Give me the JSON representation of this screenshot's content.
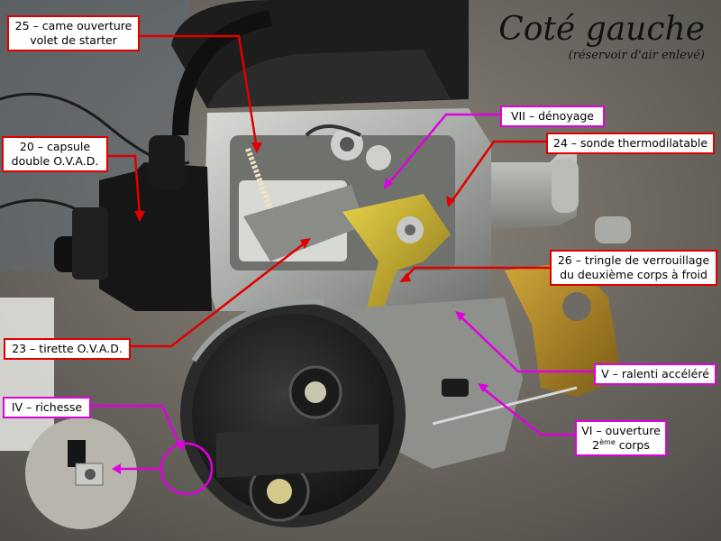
{
  "title": "Coté gauche",
  "subtitle": "(réservoir d'air enlevé)",
  "colors": {
    "red": "#e00000",
    "magenta": "#e000e0"
  },
  "labels": {
    "l25": {
      "line1": "25 – came ouverture",
      "line2": "volet de starter"
    },
    "l20": {
      "line1": "20 – capsule",
      "line2": "double O.V.A.D."
    },
    "l23": "23 – tirette O.V.A.D.",
    "l7": "VII – dénoyage",
    "l24": "24 – sonde thermodilatable",
    "l26": {
      "line1": "26 – tringle de verrouillage",
      "line2": "du deuxième corps à froid"
    },
    "l5": "V – ralenti accéléré",
    "l4": "IV – richesse",
    "l6": {
      "line1": "VI – ouverture",
      "line2_base": "2",
      "line2_sup": "ème",
      "line2_rest": " corps"
    }
  }
}
